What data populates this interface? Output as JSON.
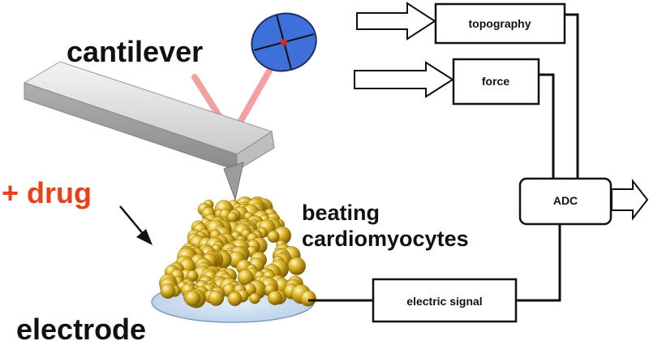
{
  "labels": {
    "cantilever": "cantilever",
    "drug": "+ drug",
    "cells_line1": "beating",
    "cells_line2": "cardiomyocytes",
    "electrode": "electrode"
  },
  "boxes": {
    "topography": "topography",
    "force": "force",
    "adc": "ADC",
    "electric_signal": "electric signal"
  },
  "colors": {
    "drug_text": "#e8401c",
    "laser": "#f2a0a0",
    "photodiode": "#3f6fd8",
    "laser_spot": "#e8201c",
    "cells": "#d9b21a",
    "electrode": "#cfe0f0",
    "cantilever": "#d6d6d6",
    "line": "#111111"
  }
}
